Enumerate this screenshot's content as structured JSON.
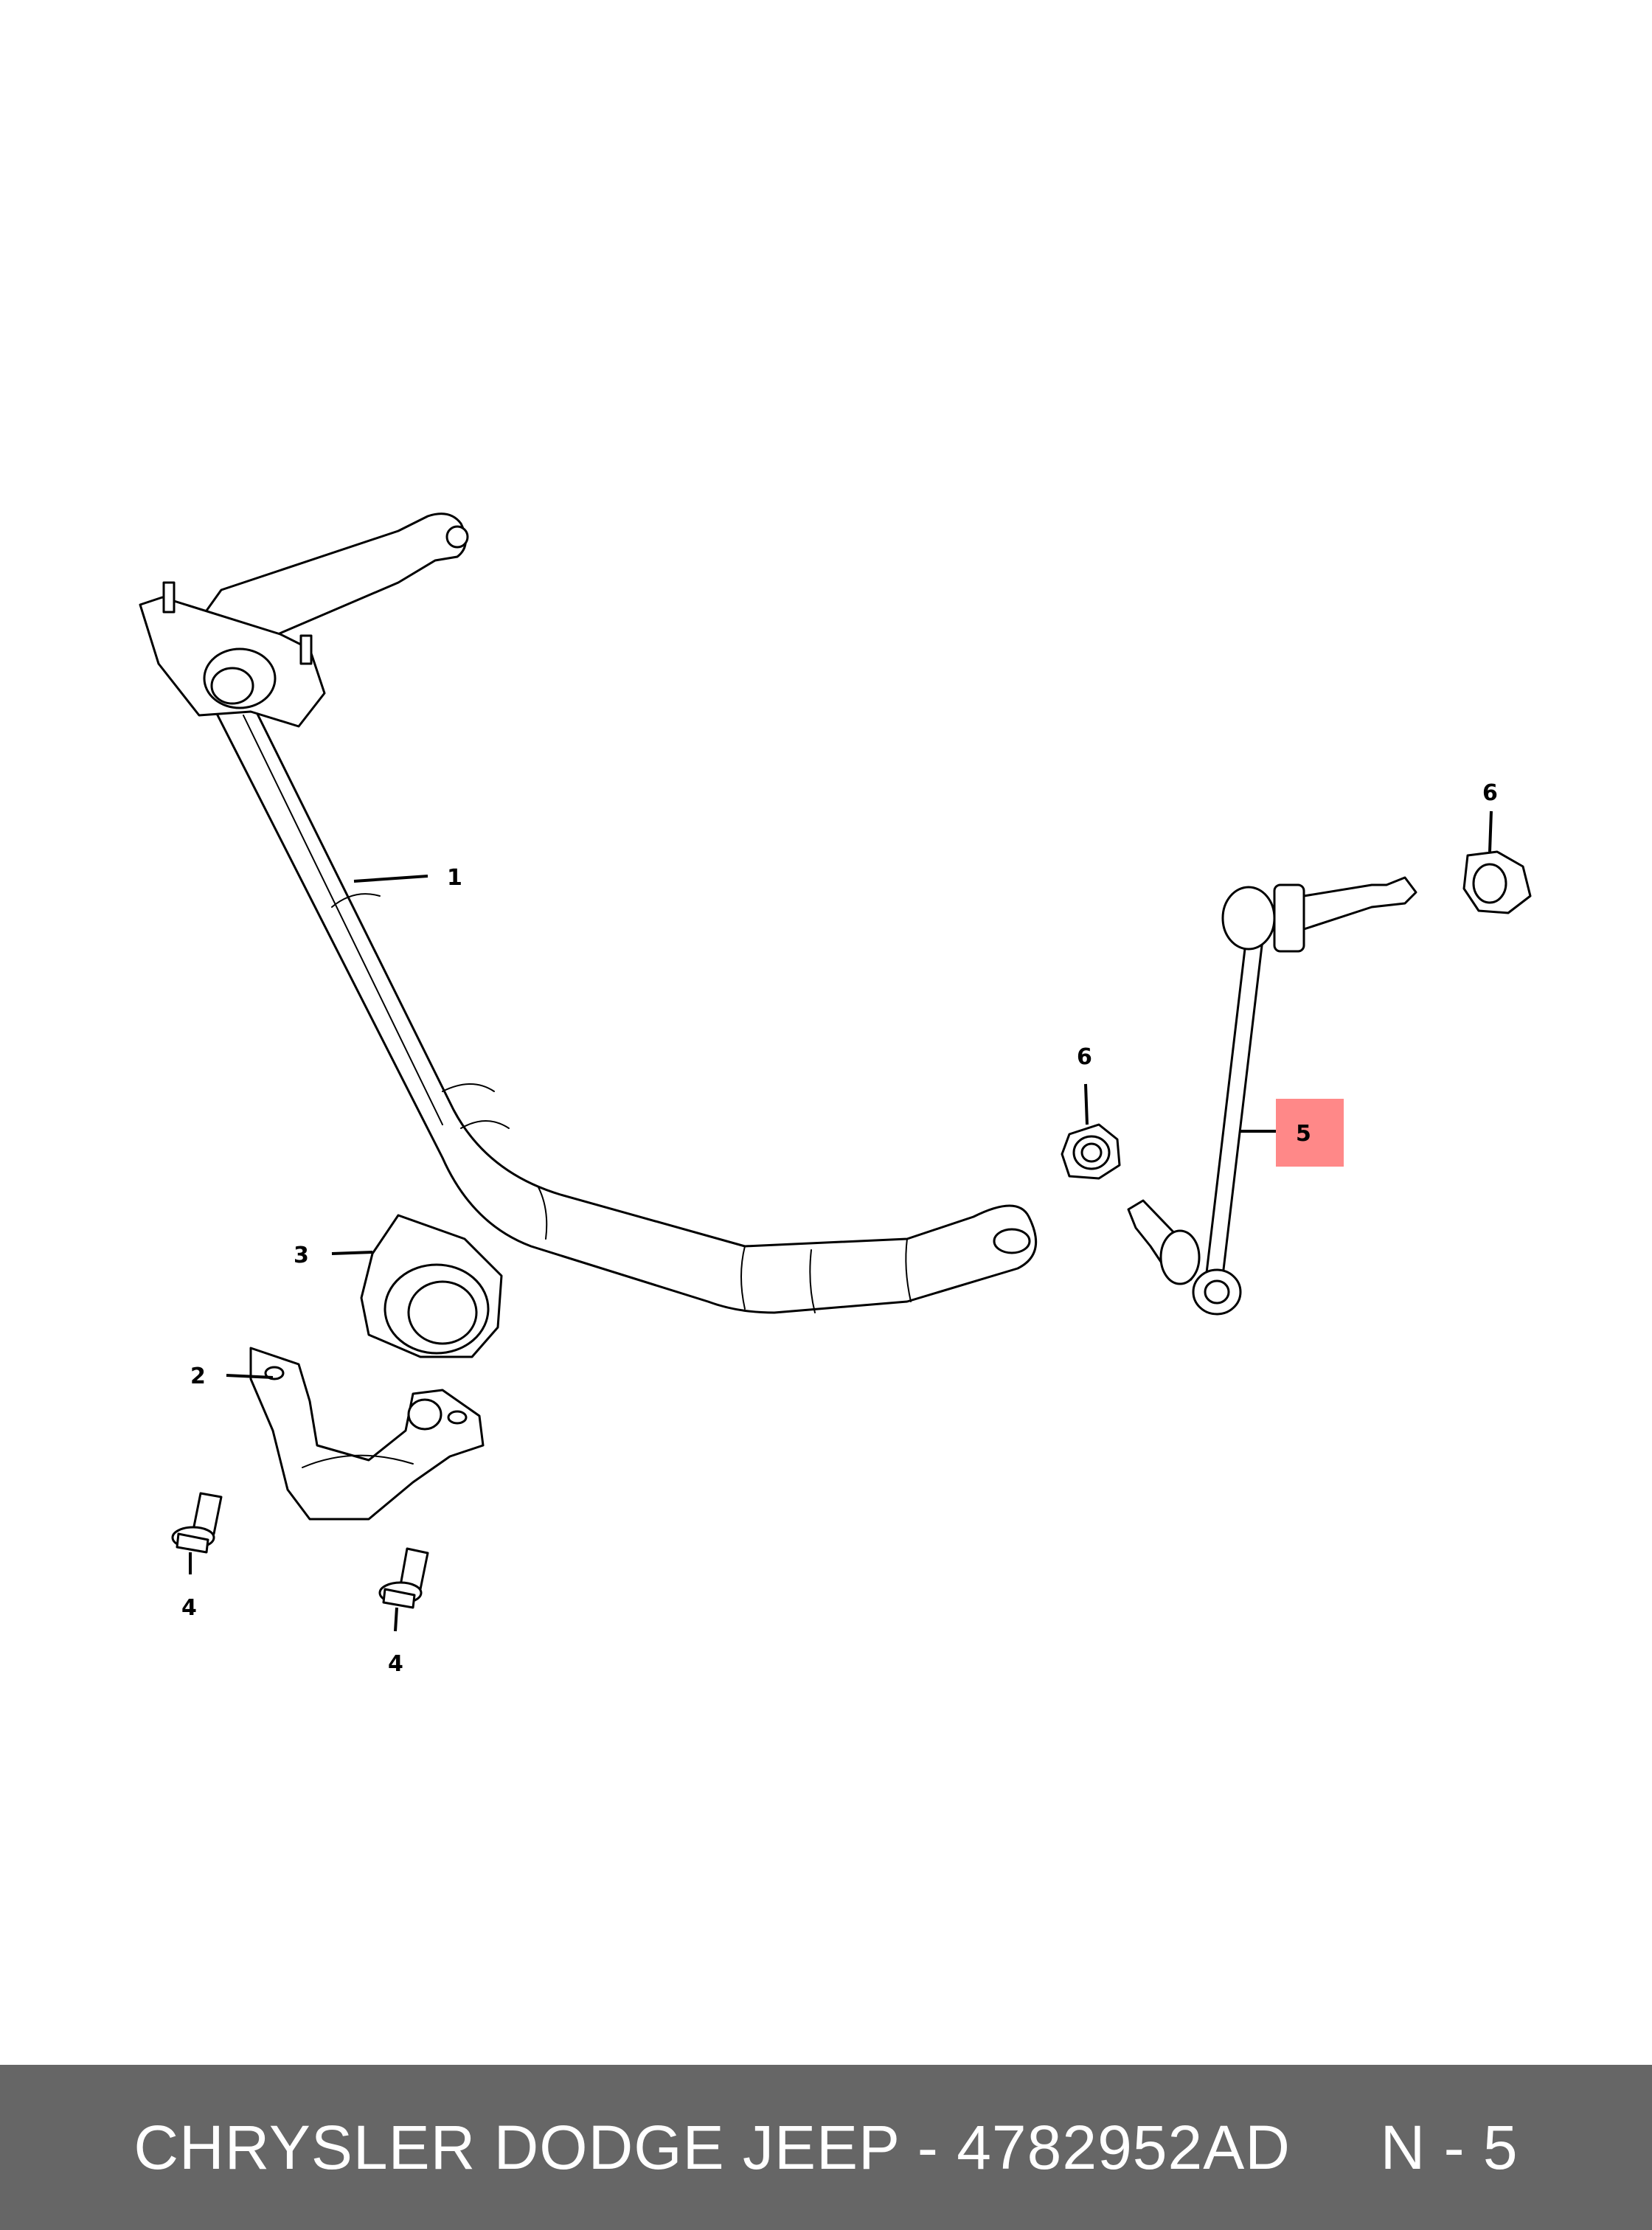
{
  "diagram": {
    "callouts": {
      "c1": "1",
      "c2": "2",
      "c3": "3",
      "c4a": "4",
      "c4b": "4",
      "c5": "5",
      "c6a": "6",
      "c6b": "6"
    },
    "highlight_color": "#ff8888",
    "highlighted_part": "5"
  },
  "footer": {
    "text": "CHRYSLER DODGE JEEP - 4782952AD     N - 5",
    "background": "#666666"
  }
}
